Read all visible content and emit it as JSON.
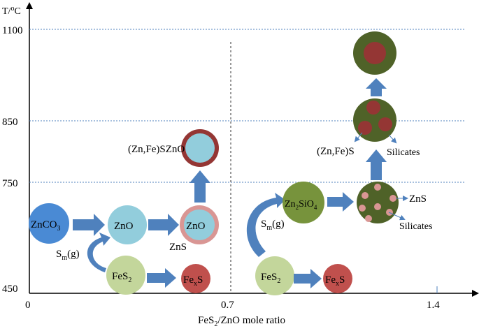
{
  "axes": {
    "y_title": "T/",
    "y_title_sup": "o",
    "y_title_unit": "C",
    "x_title_pre": "FeS",
    "x_title_sub": "2",
    "x_title_post": "/ZnO mole ratio",
    "y_ticks": [
      "1100",
      "850",
      "750",
      "450"
    ],
    "x_ticks": [
      "0",
      "0.7",
      "1.4"
    ]
  },
  "nodes": {
    "znco3": {
      "main": "ZnCO",
      "sub": "3"
    },
    "zno_1": {
      "main": "ZnO"
    },
    "zno_2": {
      "main": "ZnO"
    },
    "zno_top_label": {
      "main": "(Zn,Fe)S",
      "inner": "ZnO"
    },
    "zns_label": "ZnS",
    "fes2_left": {
      "main": "FeS",
      "sub": "2"
    },
    "fexs_left": {
      "main": "Fe",
      "sub": "x",
      "post": "S"
    },
    "sm_left": {
      "main": "S",
      "sub": "m",
      "post": "(g)"
    },
    "fes2_right": {
      "main": "FeS",
      "sub": "2"
    },
    "fexs_right": {
      "main": "Fe",
      "sub": "x",
      "post": "S"
    },
    "sm_right": {
      "main": "S",
      "sub": "m",
      "post": "(g)"
    },
    "zn2sio4": {
      "a": "Zn",
      "a_sub": "2",
      "b": "SiO",
      "b_sub": "4"
    },
    "zns_right": "ZnS",
    "silicates_low": "Silicates",
    "znfes_right": "(Zn,Fe)S",
    "silicates_high": "Silicates"
  },
  "colors": {
    "blue_dark": "#4a8ad4",
    "blue_light": "#92cddc",
    "green_light": "#c3d69b",
    "red": "#c0504d",
    "dark_red": "#943634",
    "olive": "#4f6228",
    "arrow": "#4f81bd",
    "pink": "#d99694",
    "grid": "#4f81bd"
  }
}
